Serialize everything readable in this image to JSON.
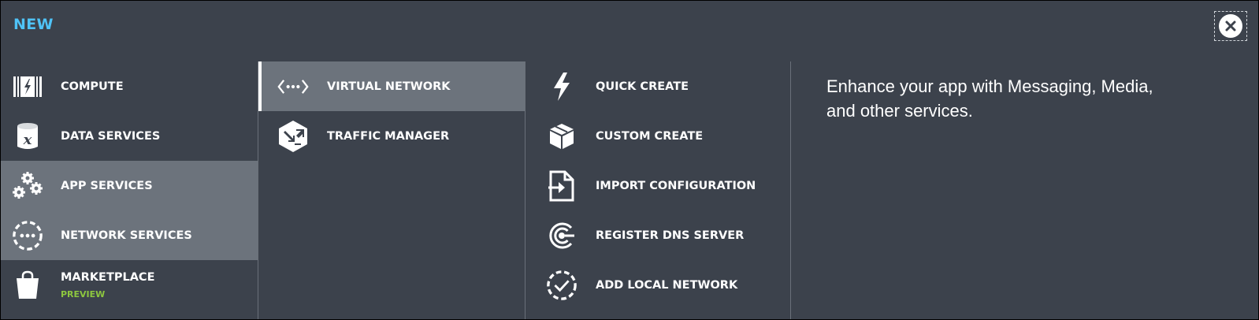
{
  "header": {
    "title": "NEW",
    "close_icon": "close-icon"
  },
  "categories": [
    {
      "label": "COMPUTE",
      "icon": "compute-icon"
    },
    {
      "label": "DATA SERVICES",
      "icon": "data-services-icon"
    },
    {
      "label": "APP SERVICES",
      "icon": "app-services-gears-icon"
    },
    {
      "label": "NETWORK SERVICES",
      "icon": "network-services-icon"
    },
    {
      "label": "MARKETPLACE",
      "sublabel": "PREVIEW",
      "icon": "marketplace-bag-icon"
    }
  ],
  "network_types": [
    {
      "label": "VIRTUAL NETWORK",
      "icon": "virtual-network-icon"
    },
    {
      "label": "TRAFFIC MANAGER",
      "icon": "traffic-manager-icon"
    }
  ],
  "actions": [
    {
      "label": "QUICK CREATE",
      "icon": "lightning-icon"
    },
    {
      "label": "CUSTOM CREATE",
      "icon": "box-icon"
    },
    {
      "label": "IMPORT CONFIGURATION",
      "icon": "import-file-icon"
    },
    {
      "label": "REGISTER DNS SERVER",
      "icon": "dns-server-icon"
    },
    {
      "label": "ADD LOCAL NETWORK",
      "icon": "add-local-network-icon"
    }
  ],
  "description": "Enhance your app with Messaging, Media, and other services.",
  "colors": {
    "background": "#3c424c",
    "selected": "#6c737c",
    "title": "#4fc3f7",
    "preview": "#8dc63f"
  }
}
